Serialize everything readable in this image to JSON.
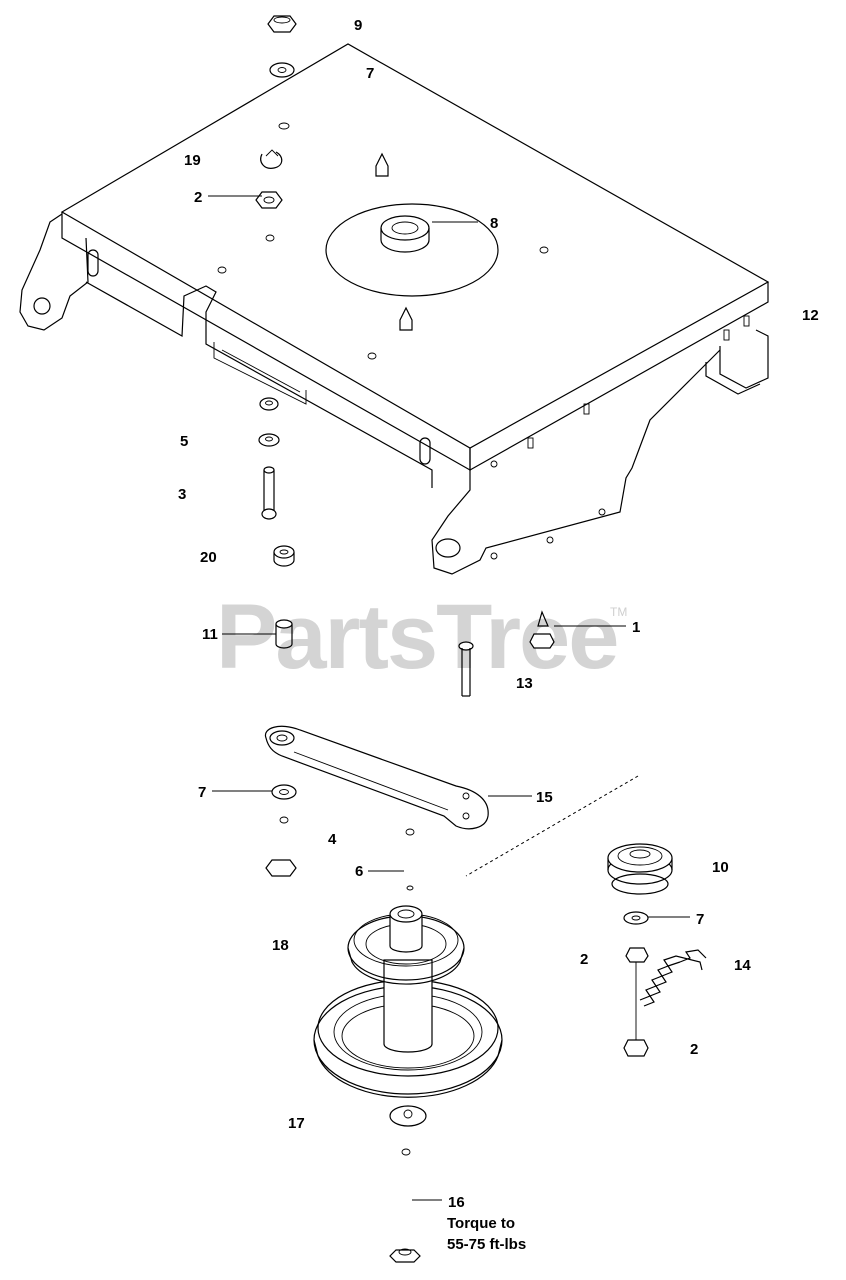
{
  "watermark": {
    "brand": "PartsTree",
    "trademark": "TM"
  },
  "callouts": [
    {
      "id": "c-9",
      "label": "9"
    },
    {
      "id": "c-7a",
      "label": "7"
    },
    {
      "id": "c-19",
      "label": "19"
    },
    {
      "id": "c-2a",
      "label": "2"
    },
    {
      "id": "c-8",
      "label": "8"
    },
    {
      "id": "c-12",
      "label": "12"
    },
    {
      "id": "c-5",
      "label": "5"
    },
    {
      "id": "c-3",
      "label": "3"
    },
    {
      "id": "c-20",
      "label": "20"
    },
    {
      "id": "c-11",
      "label": "11"
    },
    {
      "id": "c-1",
      "label": "1"
    },
    {
      "id": "c-13",
      "label": "13"
    },
    {
      "id": "c-7b",
      "label": "7"
    },
    {
      "id": "c-15",
      "label": "15"
    },
    {
      "id": "c-4",
      "label": "4"
    },
    {
      "id": "c-6",
      "label": "6"
    },
    {
      "id": "c-10",
      "label": "10"
    },
    {
      "id": "c-7c",
      "label": "7"
    },
    {
      "id": "c-18",
      "label": "18"
    },
    {
      "id": "c-2b",
      "label": "2"
    },
    {
      "id": "c-14",
      "label": "14"
    },
    {
      "id": "c-2c",
      "label": "2"
    },
    {
      "id": "c-17",
      "label": "17"
    },
    {
      "id": "c-16",
      "label": "16"
    }
  ],
  "torque_note": {
    "line1": "Torque to",
    "line2": "55-75 ft-lbs"
  }
}
